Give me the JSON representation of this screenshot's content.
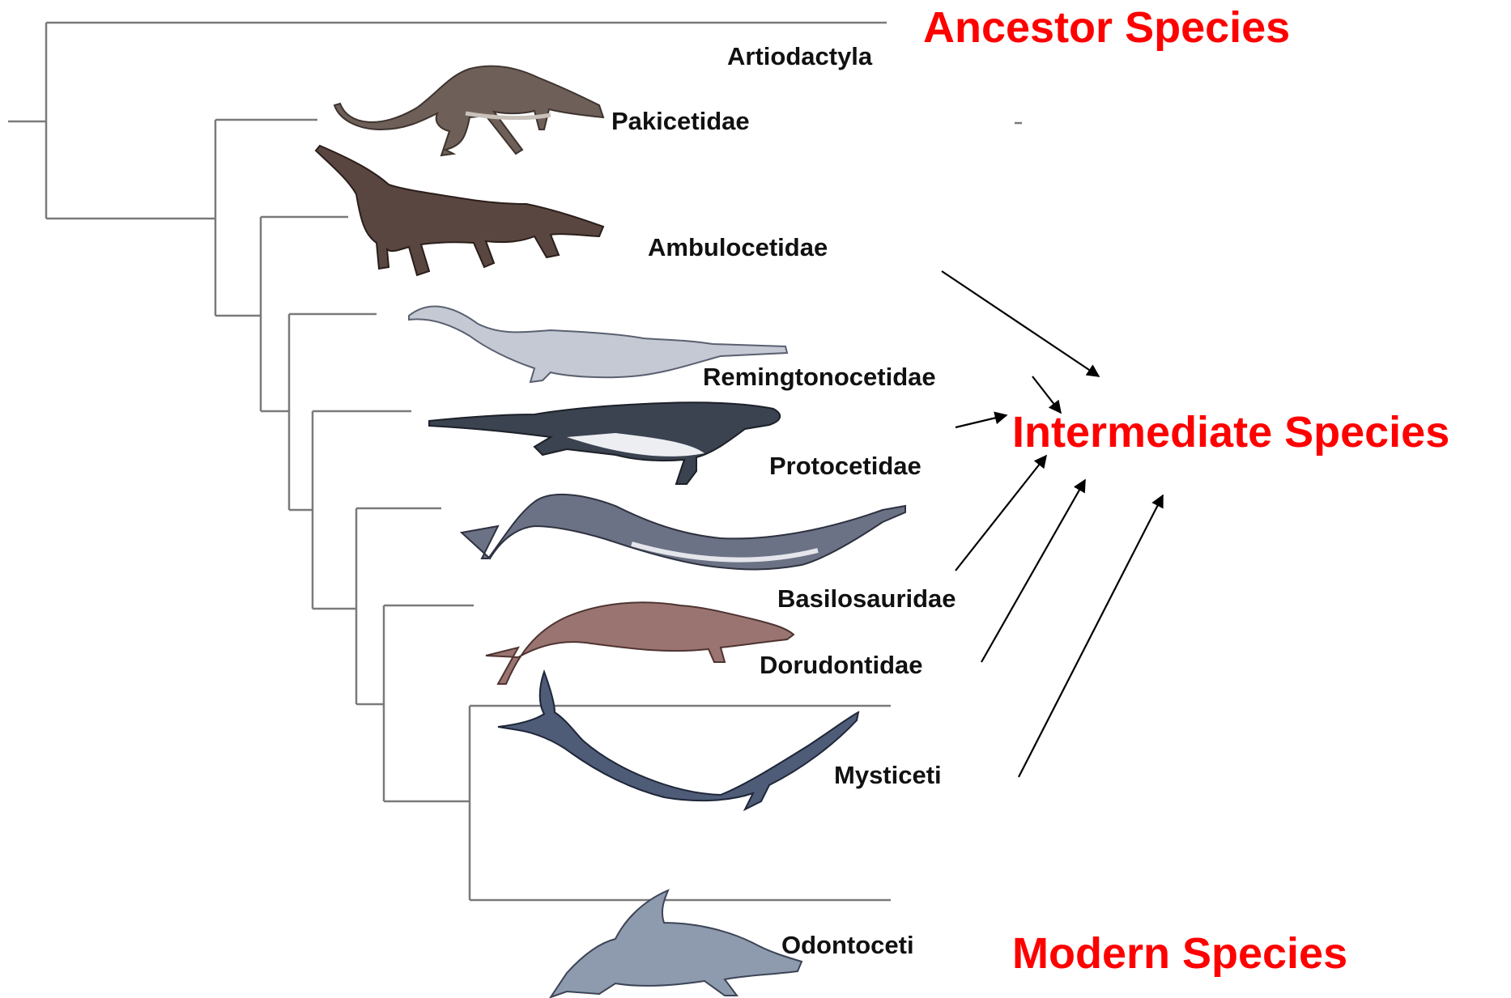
{
  "diagram": {
    "type": "cladogram",
    "taxa": [
      {
        "name": "Artiodactyla",
        "animal": "none"
      },
      {
        "name": "Pakicetidae",
        "animal": "pakicetus-icon",
        "color": "#6e6058"
      },
      {
        "name": "Ambulocetidae",
        "animal": "ambulocetus-icon",
        "color": "#5a4640"
      },
      {
        "name": "Remingtonocetidae",
        "animal": "remingtonocetus-icon",
        "color": "#c4c9d4"
      },
      {
        "name": "Protocetidae",
        "animal": "protocetus-icon",
        "color": "#3b4250"
      },
      {
        "name": "Basilosauridae",
        "animal": "basilosaurus-icon",
        "color": "#6c7285"
      },
      {
        "name": "Dorudontidae",
        "animal": "dorudon-icon",
        "color": "#9a7470"
      },
      {
        "name": "Mysticeti",
        "animal": "baleen-whale-icon",
        "color": "#4e5c78"
      },
      {
        "name": "Odontoceti",
        "animal": "dolphin-icon",
        "color": "#8e9aae"
      }
    ],
    "categories": {
      "ancestor": "Ancestor Species",
      "intermediate": "Intermediate Species",
      "modern": "Modern Species"
    },
    "category_color": "#ff0000"
  }
}
